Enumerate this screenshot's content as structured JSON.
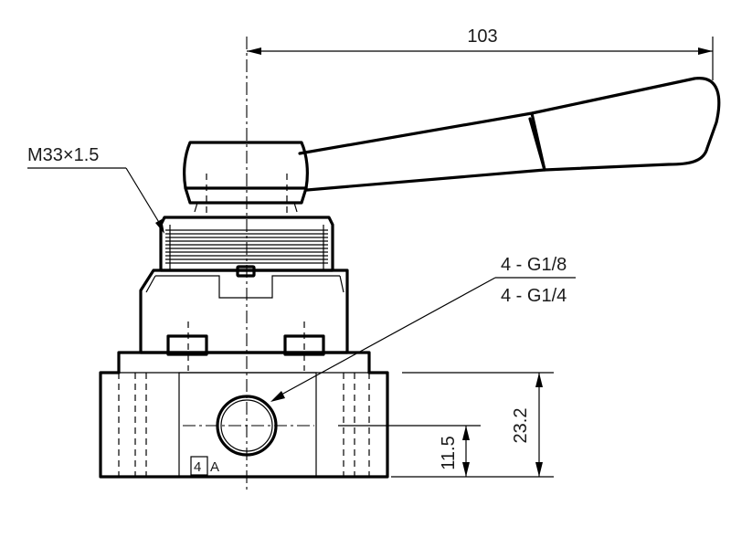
{
  "dimensions": {
    "overall_width": "103",
    "port_height": "23.2",
    "port_center_height": "11.5"
  },
  "callouts": {
    "thread": "M33×1.5",
    "port_thread_1": "4 - G1/8",
    "port_thread_2": "4 - G1/4"
  },
  "port_marking": {
    "number": "4",
    "letter": "A"
  }
}
